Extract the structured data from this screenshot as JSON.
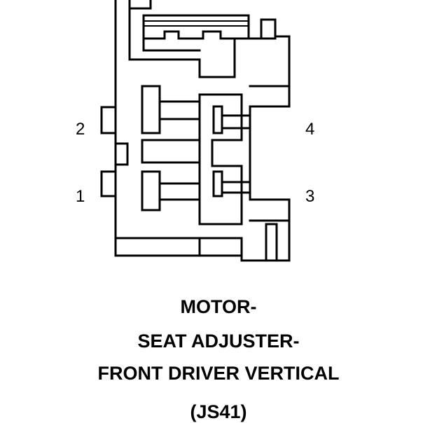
{
  "pin_labels": {
    "pin1": "1",
    "pin2": "2",
    "pin3": "3",
    "pin4": "4"
  },
  "caption": {
    "line1": "MOTOR-",
    "line2": "SEAT ADJUSTER-",
    "line3": "FRONT DRIVER VERTICAL",
    "line4": "(JS41)"
  },
  "colors": {
    "ink": "#000000",
    "background": "#ffffff"
  }
}
